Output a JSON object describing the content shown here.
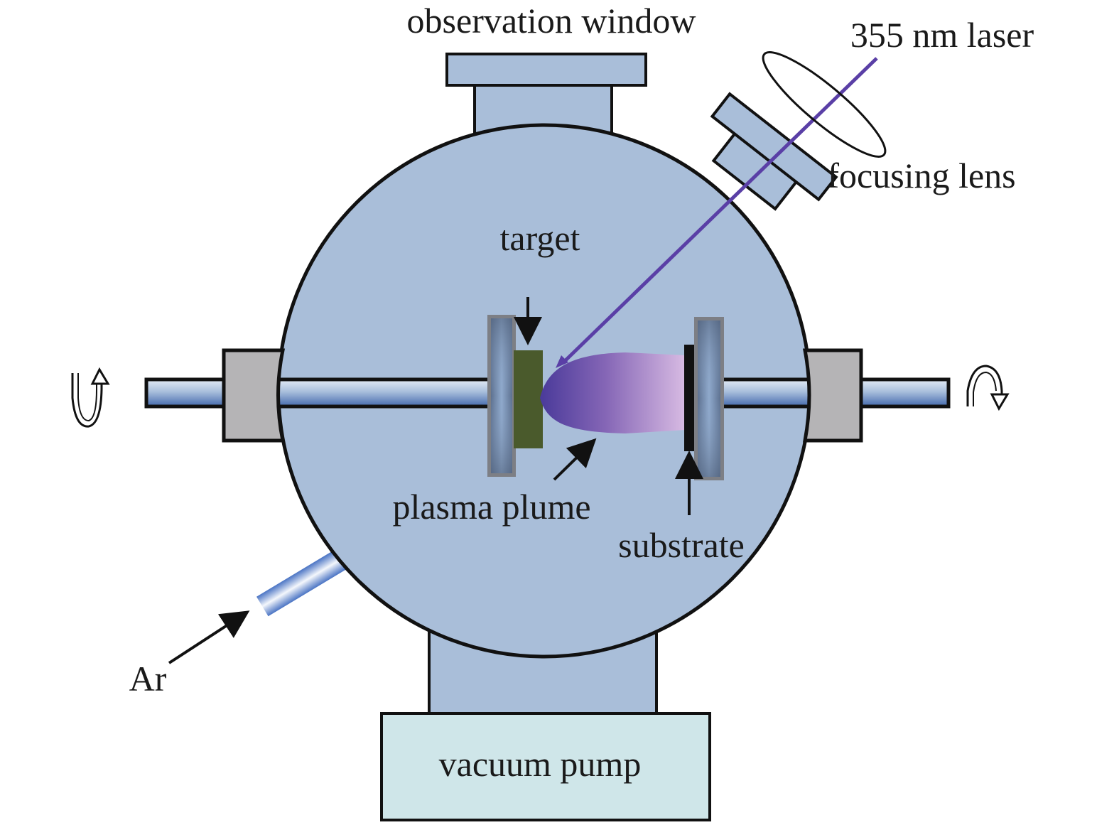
{
  "diagram": {
    "title": "Pulsed laser deposition chamber schematic",
    "labels": {
      "observation_window": "observation window",
      "laser": "355 nm laser",
      "focusing_lens": "focusing lens",
      "target": "target",
      "plasma_plume": "plasma plume",
      "substrate": "substrate",
      "gas_inlet": "Ar",
      "vacuum_pump": "vacuum pump"
    },
    "icons": {
      "left_rotation": "rotate-counterclockwise-icon",
      "right_rotation": "rotate-clockwise-icon"
    },
    "colors": {
      "chamber": "#a9bed9",
      "outline": "#111111",
      "feedthrough": "#b5b4b6",
      "target": "#4a5a2c",
      "laser": "#5a3fa6",
      "plume_start": "#4a3a9a",
      "plume_end": "#d6b8e2",
      "pump": "#cfe6e9",
      "shaft_light": "#dde7f3",
      "shaft_dark": "#4a6eb0"
    }
  }
}
